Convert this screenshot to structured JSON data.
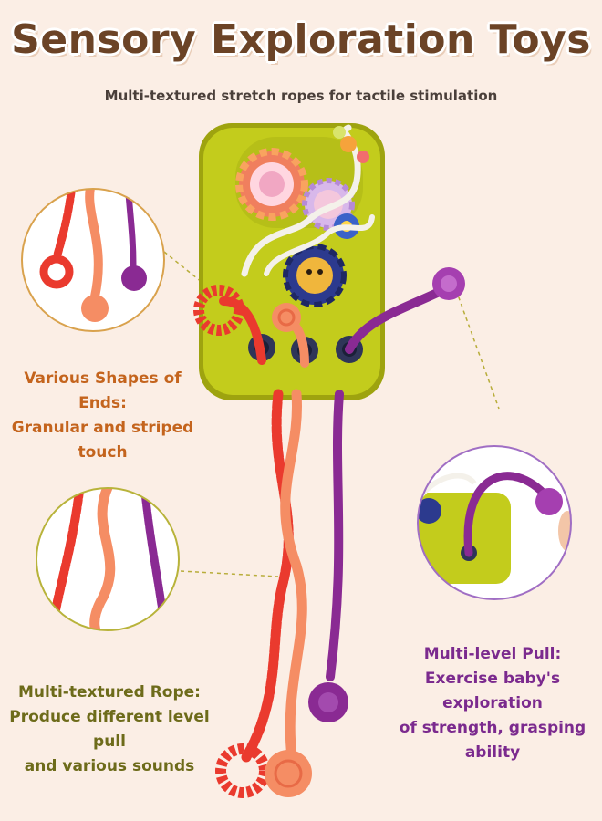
{
  "header": {
    "title": "Sensory Exploration Toys",
    "subtitle": "Multi-textured stretch ropes for tactile stimulation"
  },
  "features": [
    {
      "lines": [
        "Various Shapes of Ends:",
        "Granular and striped",
        "touch"
      ]
    },
    {
      "lines": [
        "Multi-textured Rope:",
        "Produce different level pull",
        "and various sounds"
      ]
    },
    {
      "lines": [
        "Multi-level Pull:",
        "Exercise baby's exploration",
        "of strength, grasping",
        "ability"
      ]
    }
  ],
  "colors": {
    "title": "#6b4326",
    "caption_ends": "#c4641d",
    "caption_rope": "#6d6b1a",
    "caption_pull": "#7b2a8e",
    "board": "#c3cc1c",
    "rope_red": "#ea3a2e",
    "rope_orange": "#f58d64",
    "rope_purple": "#8a2a93"
  },
  "icons": [
    "flower-end-icon",
    "ring-end-icon",
    "swirl-disc-end-icon",
    "gear-spinner-icon"
  ]
}
